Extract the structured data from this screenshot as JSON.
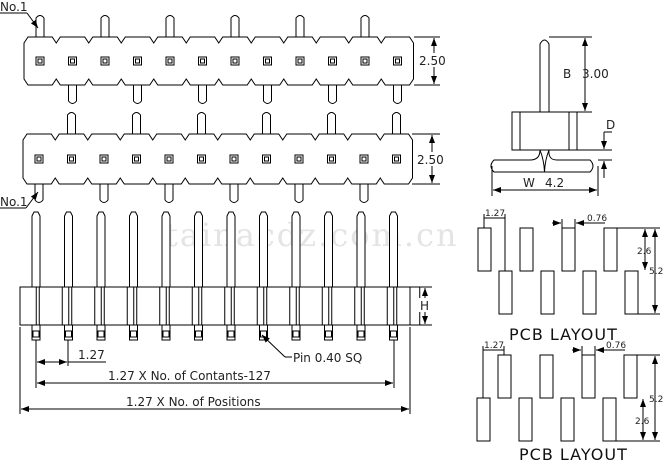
{
  "watermark": "tainacdz.com.cn",
  "top_views": {
    "pin1_label_top": "No.1",
    "pin1_label_bottom": "No.1",
    "height_dim_top": "2.50",
    "height_dim_bottom": "2.50",
    "pin_count": 12
  },
  "front_view": {
    "height_label": "H",
    "pitch_label": "1.27",
    "pin_label": "Pin 0.40 SQ",
    "contacts_label": "1.27 X No. of Contants-127",
    "positions_label": "1.27 X No. of Positions"
  },
  "side_view": {
    "b_label": "B",
    "b_value": "3.00",
    "d_label": "D",
    "w_label": "W",
    "w_value": "4.2"
  },
  "pcb_layouts": [
    {
      "title": "PCB LAYOUT",
      "pitch": "1.27",
      "pad_width": "0.76",
      "row_offset": "2.6",
      "total": "5.2"
    },
    {
      "title": "PCB LAYOUT",
      "pitch": "1.27",
      "pad_width": "0.76",
      "row_offset": "2.6",
      "total": "5.2"
    }
  ]
}
